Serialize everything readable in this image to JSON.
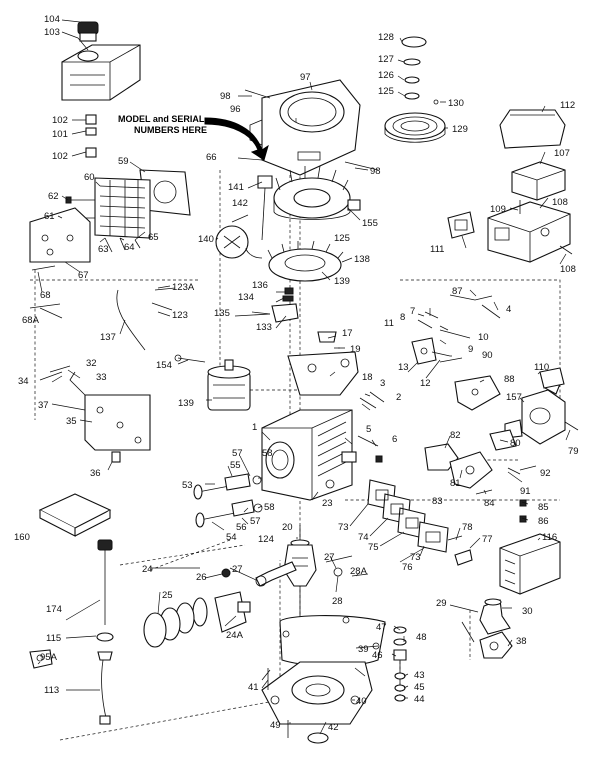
{
  "note": {
    "line1": "MODEL and SERIAL",
    "line2": "NUMBERS HERE"
  },
  "labels": {
    "l104": "104",
    "l103": "103",
    "l102a": "102",
    "l101": "101",
    "l102b": "102",
    "l59": "59",
    "l60": "60",
    "l62": "62",
    "l61": "61",
    "l65": "65",
    "l64": "64",
    "l63": "63",
    "l67": "67",
    "l68": "68",
    "l68a": "68A",
    "l137": "137",
    "l34": "34",
    "l32": "32",
    "l33": "33",
    "l37": "37",
    "l35": "35",
    "l36": "36",
    "l160": "160",
    "l174": "174",
    "l115": "115",
    "l95a": "95A",
    "l113": "113",
    "l98a": "98",
    "l96": "96",
    "l97": "97",
    "l98b": "98",
    "l66": "66",
    "l141": "141",
    "l142": "142",
    "l155": "155",
    "l125a": "125",
    "l140": "140",
    "l138": "138",
    "l139a": "139",
    "l123a": "123A",
    "l123": "123",
    "l136": "136",
    "l134": "134",
    "l135": "135",
    "l133": "133",
    "l17": "17",
    "l19": "19",
    "l154": "154",
    "l18": "18",
    "l139b": "139",
    "l1": "1",
    "l3": "3",
    "l2": "2",
    "l5": "5",
    "l6": "6",
    "l55": "55",
    "l57a": "57",
    "l58a": "58",
    "l53": "53",
    "l58b": "58",
    "l56": "56",
    "l57b": "57",
    "l54": "54",
    "l23": "23",
    "l20": "20",
    "l124": "124",
    "l73a": "73",
    "l74": "74",
    "l75": "75",
    "l73b": "73",
    "l76": "76",
    "l78": "78",
    "l77": "77",
    "l24": "24",
    "l26": "26",
    "l27a": "27",
    "l25": "25",
    "l24a": "24A",
    "l27b": "27",
    "l28a": "28A",
    "l28": "28",
    "l39": "39",
    "l41": "41",
    "l40": "40",
    "l49": "49",
    "l42": "42",
    "l47": "47",
    "l48": "48",
    "l46": "46",
    "l43": "43",
    "l45": "45",
    "l44": "44",
    "l128": "128",
    "l127": "127",
    "l126": "126",
    "l125b": "125",
    "l130": "130",
    "l129": "129",
    "l112": "112",
    "l107": "107",
    "l109": "109",
    "l108a": "108",
    "l111": "111",
    "l108b": "108",
    "l87": "87",
    "l4": "4",
    "l7": "7",
    "l8": "8",
    "l11": "11",
    "l10": "10",
    "l9": "9",
    "l13": "13",
    "l90": "90",
    "l12": "12",
    "l88": "88",
    "l110": "110",
    "l157": "157",
    "l82": "82",
    "l80": "80",
    "l79": "79",
    "l81": "81",
    "l92": "92",
    "l91": "91",
    "l83": "83",
    "l84": "84",
    "l85": "85",
    "l86": "86",
    "l116": "116",
    "l29": "29",
    "l30": "30",
    "l38": "38"
  }
}
